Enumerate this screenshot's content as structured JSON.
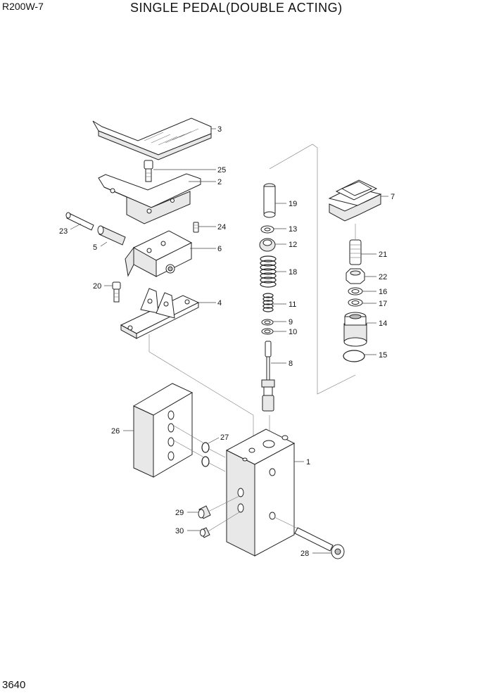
{
  "header": {
    "model": "R200W-7",
    "title": "SINGLE PEDAL(DOUBLE ACTING)"
  },
  "footer": {
    "page_number": "3640"
  },
  "callouts": {
    "c1": "1",
    "c2": "2",
    "c3": "3",
    "c4": "4",
    "c5": "5",
    "c6": "6",
    "c7": "7",
    "c8": "8",
    "c9": "9",
    "c10": "10",
    "c11": "11",
    "c12": "12",
    "c13": "13",
    "c14": "14",
    "c15": "15",
    "c16": "16",
    "c17": "17",
    "c18": "18",
    "c19": "19",
    "c20": "20",
    "c21": "21",
    "c22": "22",
    "c23": "23",
    "c24": "24",
    "c25": "25",
    "c26": "26",
    "c27": "27",
    "c28": "28",
    "c29": "29",
    "c30": "30"
  }
}
